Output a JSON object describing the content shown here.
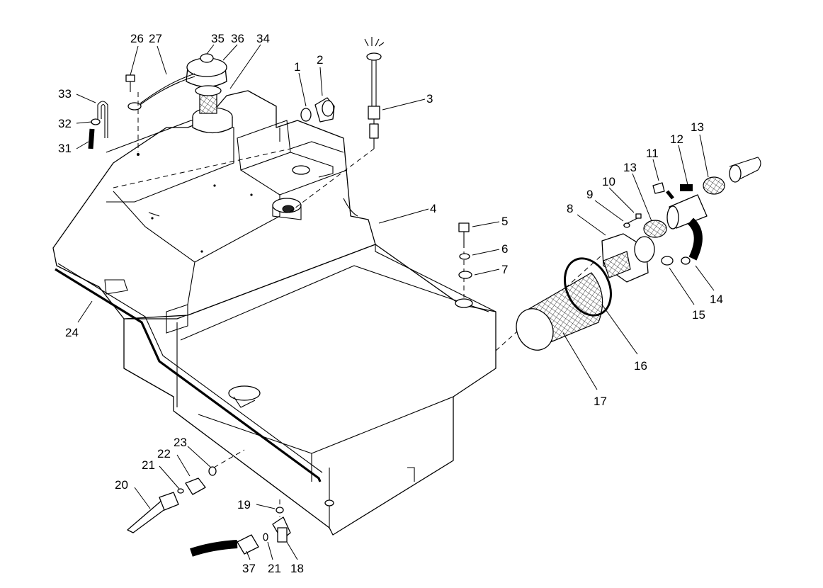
{
  "diagram": {
    "labels": [
      "1",
      "2",
      "3",
      "4",
      "5",
      "6",
      "7",
      "8",
      "9",
      "10",
      "11",
      "12",
      "13",
      "13",
      "14",
      "15",
      "16",
      "17",
      "18",
      "19",
      "20",
      "21",
      "21",
      "22",
      "23",
      "24",
      "26",
      "27",
      "31",
      "32",
      "33",
      "34",
      "35",
      "36",
      "37"
    ]
  }
}
